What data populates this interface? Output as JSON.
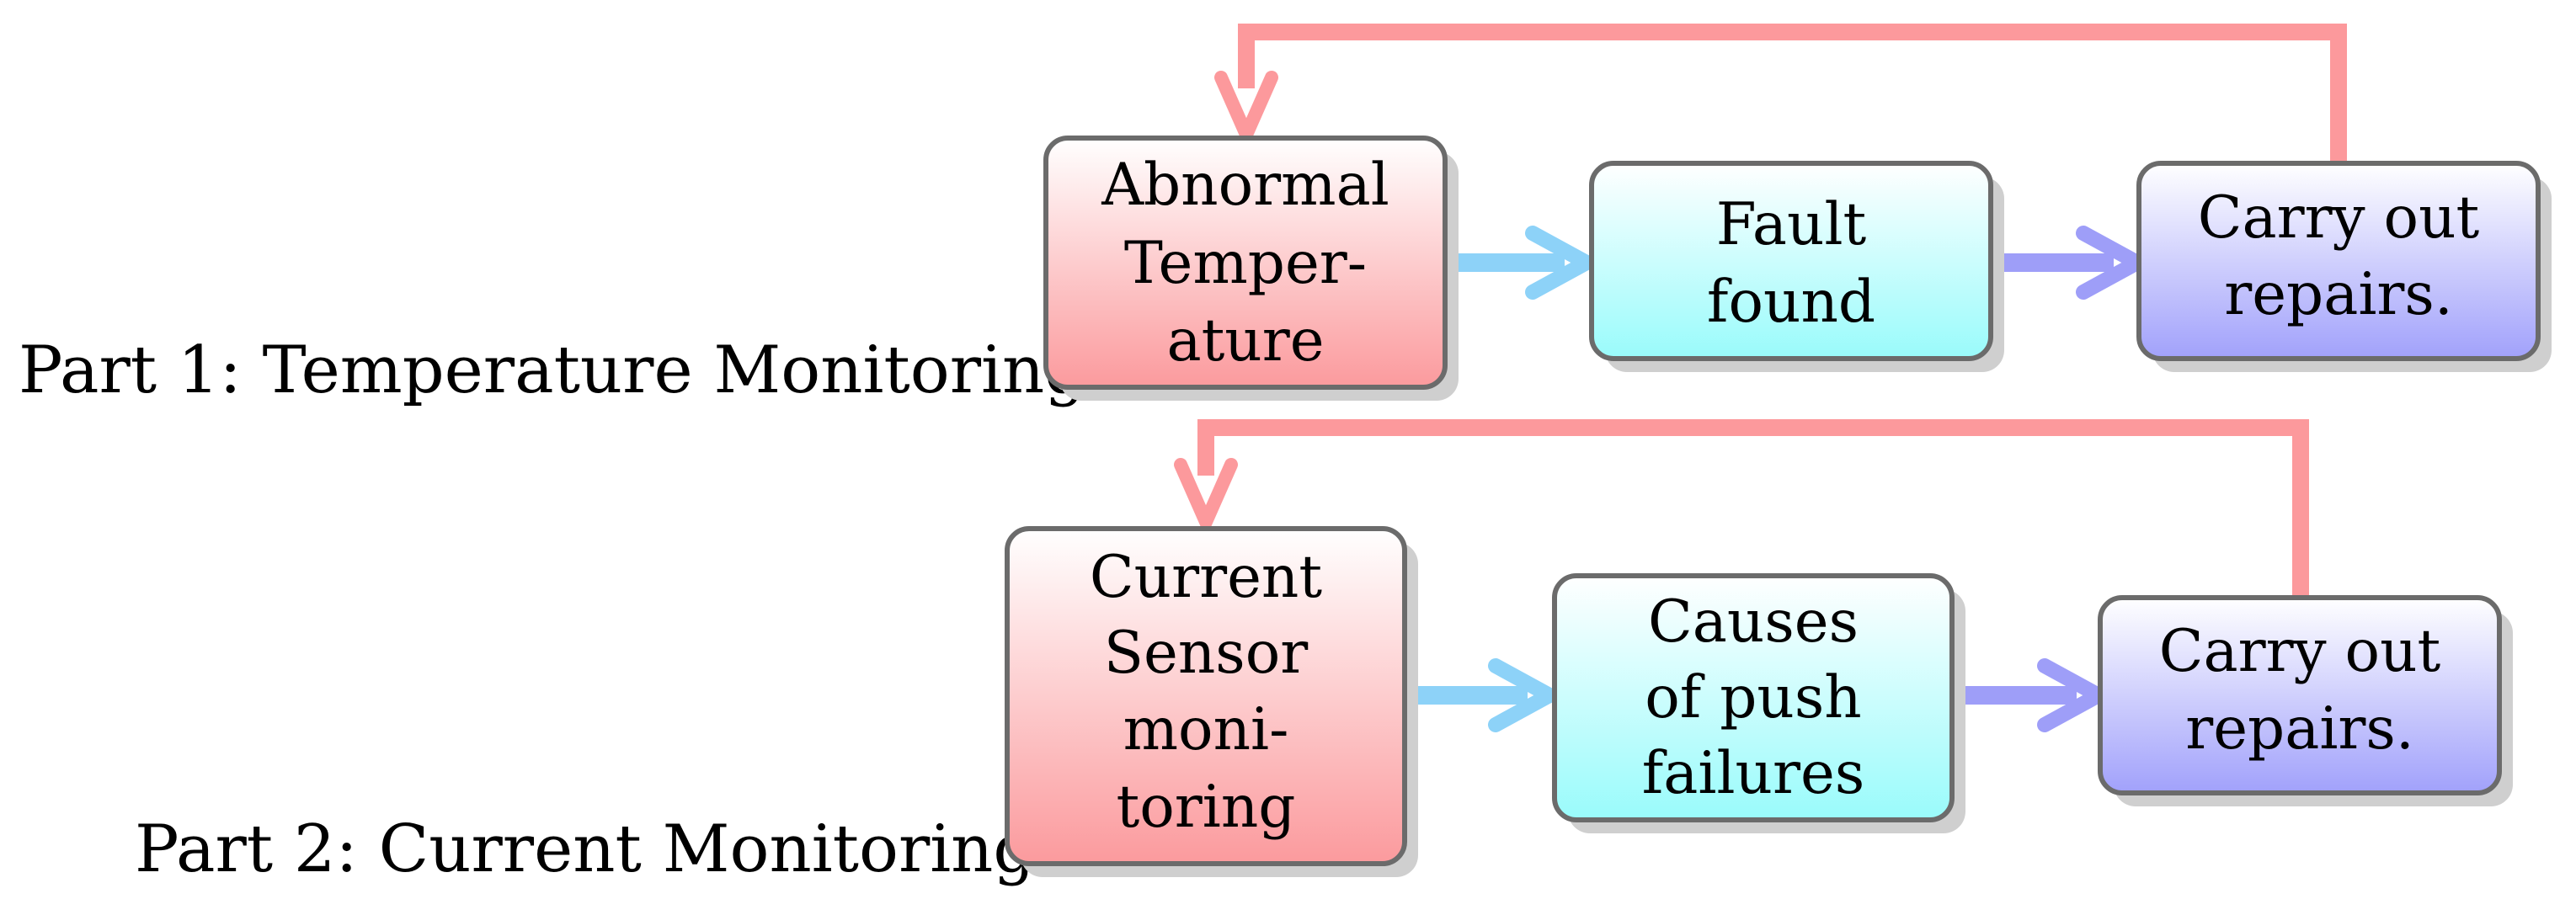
{
  "part_labels": {
    "part1": "Part 1: Temperature Monitoring",
    "part2": "Part 2: Current Monitoring"
  },
  "part1": {
    "box1": [
      "Abnormal",
      "Temper-",
      "ature"
    ],
    "box2": [
      "Fault",
      "found"
    ],
    "box3": [
      "Carry out",
      "repairs."
    ]
  },
  "part2": {
    "box1": [
      "Current",
      "Sensor",
      "moni-",
      "toring"
    ],
    "box2": [
      "Causes",
      "of push",
      "failures"
    ],
    "box3": [
      "Carry out",
      "repairs."
    ]
  },
  "colors": {
    "red_top": "#ffffff",
    "red_bottom": "#fb9a9d",
    "cyan_top": "#ffffff",
    "cyan_bottom": "#99fbfb",
    "blue_top": "#ffffff",
    "blue_bottom": "#a1a1fb",
    "feedback_arrow": "#fc999c",
    "cyan_arrow": "#8dd2f8",
    "blue_arrow": "#9e9ef8",
    "box_border": "#6b6b6b"
  }
}
